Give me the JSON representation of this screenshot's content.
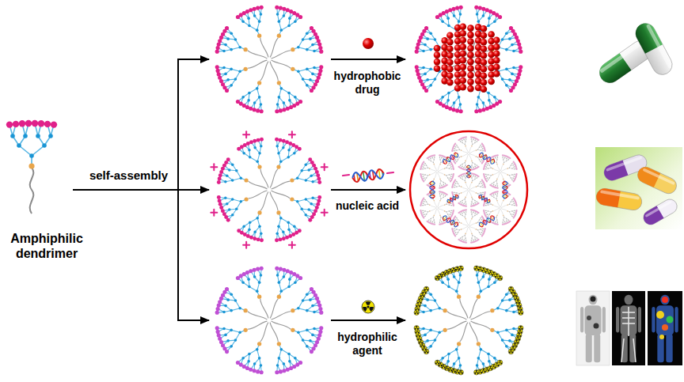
{
  "diagram": {
    "labels": [
      "Amphiphilic dendrimer",
      "self-assembly",
      "hydrophobic drug",
      "nucleic acid",
      "hydrophilic agent"
    ]
  }
}
